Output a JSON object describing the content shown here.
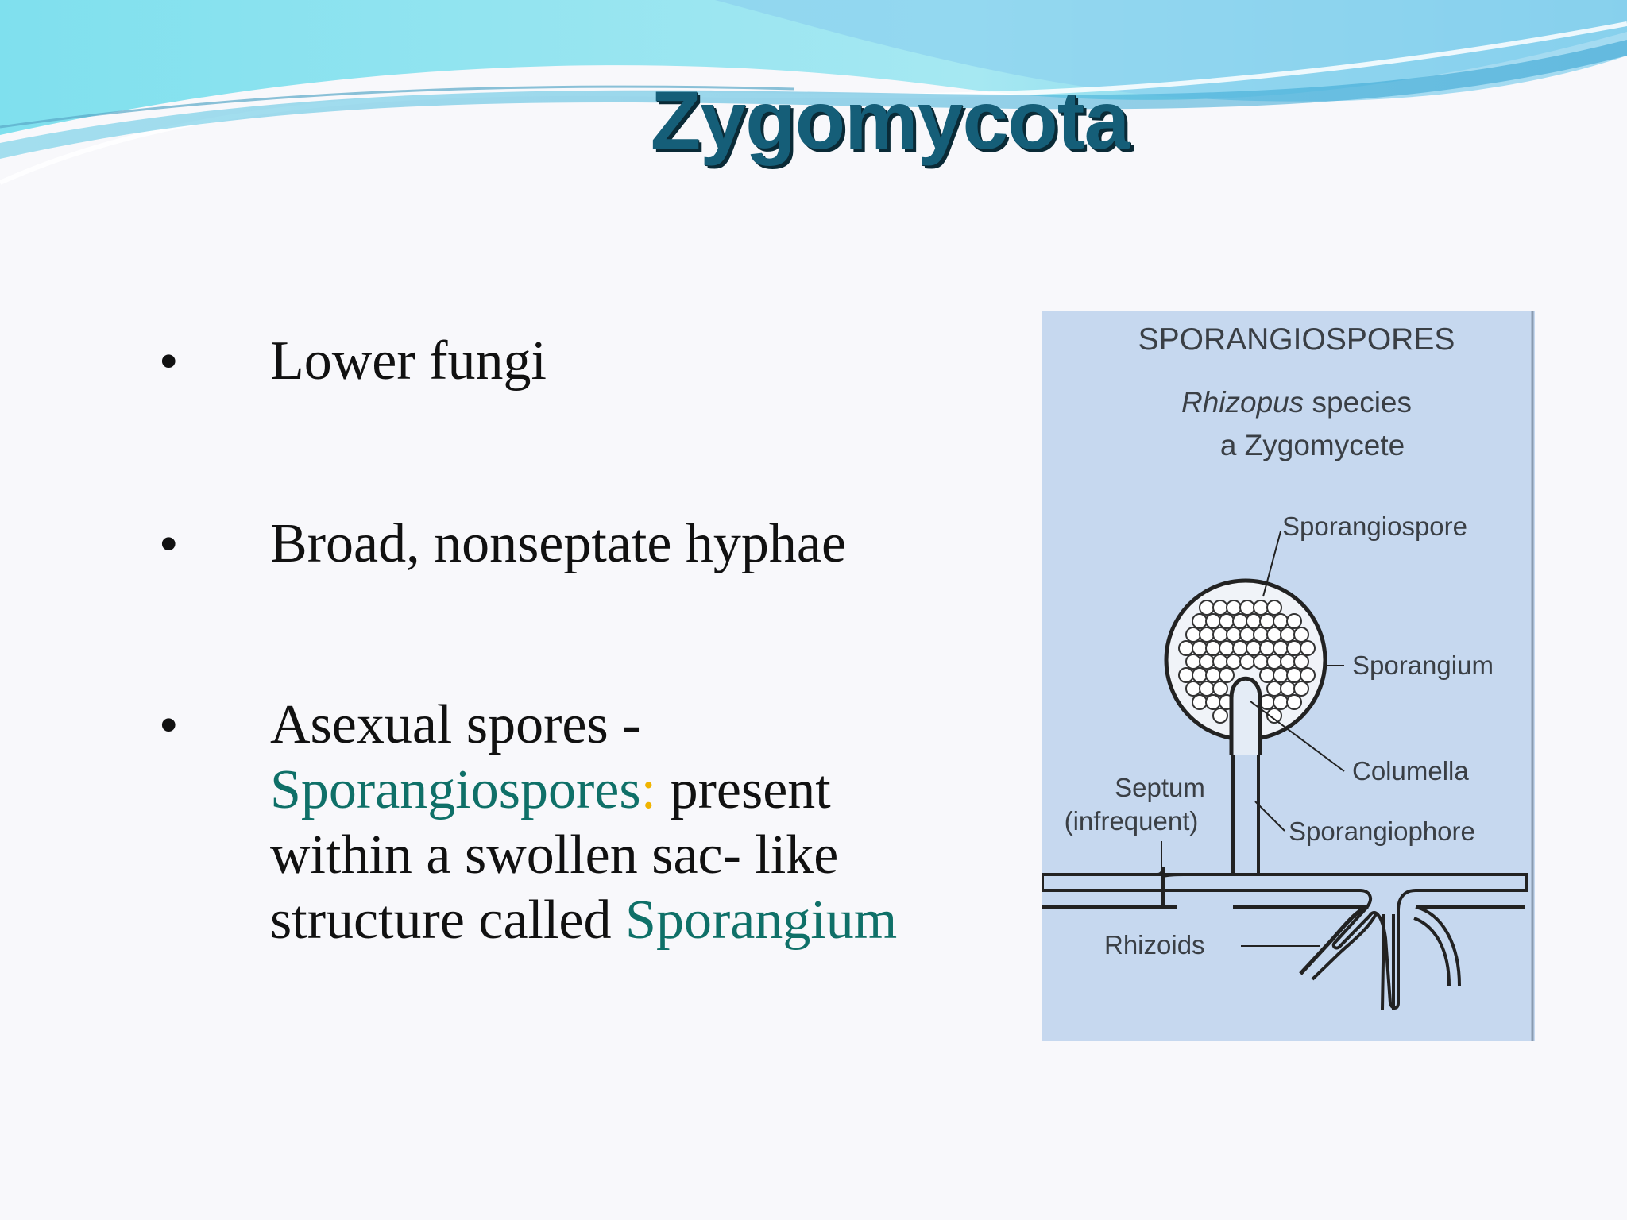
{
  "slide": {
    "title": "Zygomycota",
    "bullets": [
      {
        "symbol": "•",
        "text": "Lower fungi"
      },
      {
        "symbol": "•",
        "text": "Broad, nonseptate hyphae"
      },
      {
        "symbol": "•",
        "line1": "Asexual spores -",
        "term1": "Sporangiospores",
        "colon": ":",
        "line2_rest": " present",
        "line3": "within a swollen sac- like",
        "line4_start": "structure called ",
        "term2": "Sporangium"
      }
    ],
    "colors": {
      "title": "#155e78",
      "accent_term": "#0f7068",
      "colon": "#f0b400",
      "figure_bg": "#c6d8ef"
    }
  },
  "figure": {
    "heading": "SPORANGIOSPORES",
    "subtitle_italic": "Rhizopus",
    "subtitle_rest": " species",
    "subtitle_line2": "a Zygomycete",
    "labels": {
      "sporangiospore": "Sporangiospore",
      "sporangium": "Sporangium",
      "columella": "Columella",
      "septum": "Septum",
      "septum_note": "(infrequent)",
      "sporangiophore": "Sporangiophore",
      "rhizoids": "Rhizoids"
    }
  }
}
